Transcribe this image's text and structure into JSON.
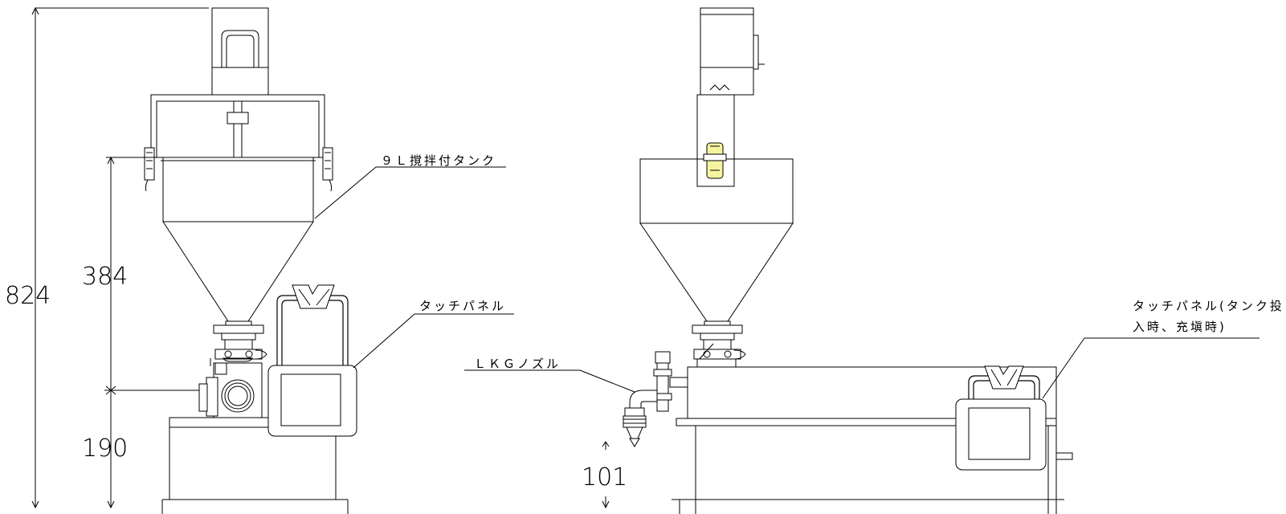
{
  "dimensions": {
    "total_height": "824",
    "tank_height": "384",
    "outlet_height": "190",
    "nozzle_height": "101"
  },
  "labels": {
    "tank": "９Ｌ撹拌付タンク",
    "touch_panel": "タッチパネル",
    "nozzle": "ＬＫＧノズル",
    "touch_panel_side_line1": "タッチパネル(タンク投",
    "touch_panel_side_line2": "入時、充塡時)"
  }
}
